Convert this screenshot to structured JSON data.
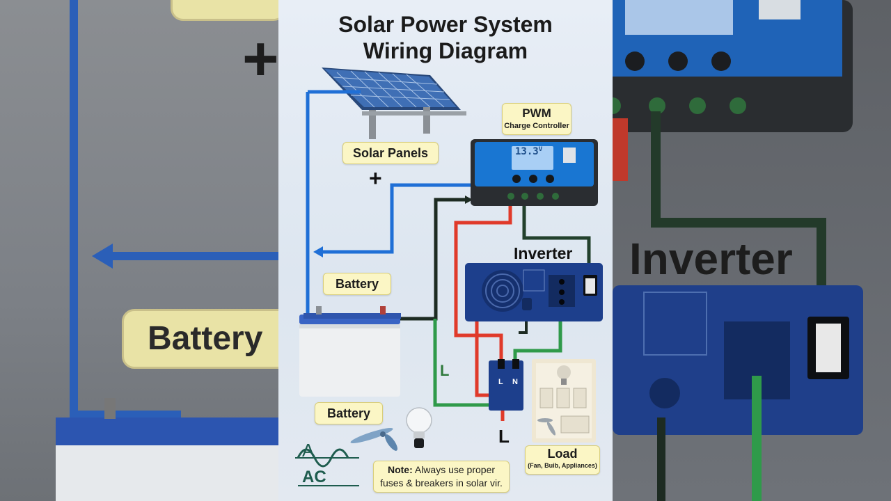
{
  "title_line1": "Solar Power System",
  "title_line2": "Wiring Diagram",
  "labels": {
    "solar_panels": "Solar Panels",
    "pwm": "PWM",
    "charge_controller": "Charge Controller",
    "inverter": "Inverter",
    "battery_top": "Battery",
    "battery_bottom": "Battery",
    "load": "Load",
    "load_sub": "(Fan, Buib, Appliances)",
    "plus": "+",
    "wire_l_left": "L",
    "wire_l_bottom": "L",
    "jb_l": "L",
    "jb_n": "N",
    "ac_a": "A",
    "ac": "AC"
  },
  "note": {
    "bold": "Note:",
    "text1": " Always use proper",
    "text2": "fuses & breakers in solar vir."
  },
  "controller_display": "13.3",
  "controller_unit": "V",
  "side_left": {
    "battery": "Battery",
    "plus": "+"
  },
  "side_right": {
    "inverter": "Inverter"
  },
  "colors": {
    "blue_wire": "#1f6fd6",
    "red_wire": "#e03a2a",
    "black_wire": "#1d2b22",
    "green_wire": "#2f9a4a",
    "tag_bg": "#fbf6c5",
    "controller_blue": "#1976d2",
    "inverter_blue": "#1d3f8c"
  }
}
